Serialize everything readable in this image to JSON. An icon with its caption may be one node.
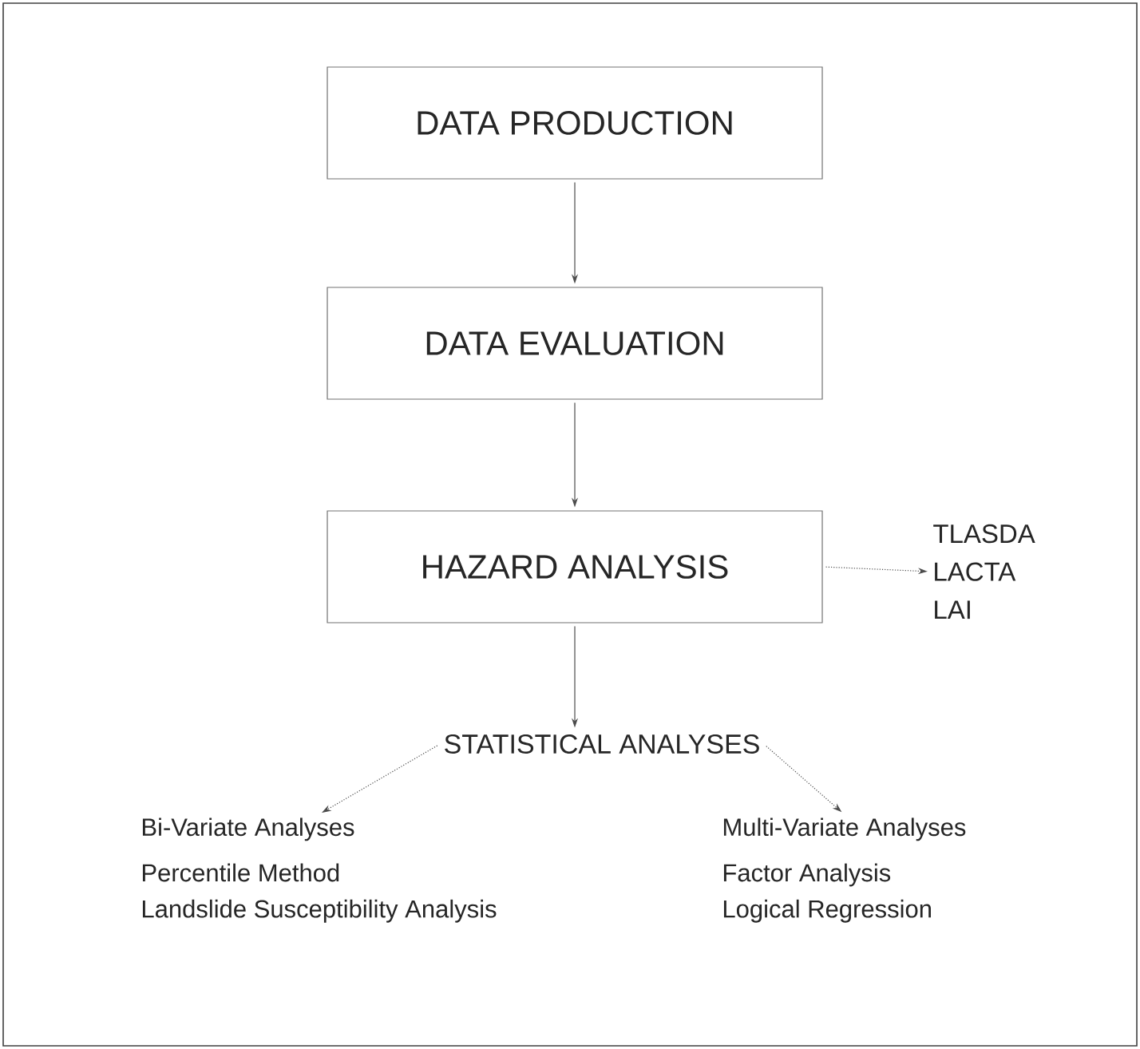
{
  "diagram": {
    "nodes": [
      {
        "text": [
          "DATA PRODUCTION"
        ]
      },
      {
        "text": [
          "DATA EVALUATION"
        ]
      },
      {
        "text": [
          "HAZARD ANALYSIS"
        ]
      },
      {
        "text": [
          "TLASDA",
          "LACTA",
          "LAI"
        ]
      },
      {
        "text": [
          "STATISTICAL ANALYSES"
        ]
      },
      {
        "text": [
          "Bi-Variate Analyses",
          "Percentile Method",
          "Landslide Susceptibility Analysis"
        ]
      },
      {
        "text": [
          "Multi-Variate Analyses",
          "Factor Analysis",
          "Logical Regression"
        ]
      }
    ],
    "edges": [
      {
        "from": 0,
        "to": 1,
        "arrow": "to"
      },
      {
        "from": 1,
        "to": 2,
        "arrow": "to"
      },
      {
        "from": 2,
        "to": 3,
        "arrow": "to",
        "style": "dashed"
      },
      {
        "from": 2,
        "to": 4,
        "arrow": "to"
      },
      {
        "from": 4,
        "to": 5,
        "arrow": "to",
        "style": "dashed"
      },
      {
        "from": 4,
        "to": 6,
        "arrow": "to",
        "style": "dashed"
      }
    ]
  }
}
